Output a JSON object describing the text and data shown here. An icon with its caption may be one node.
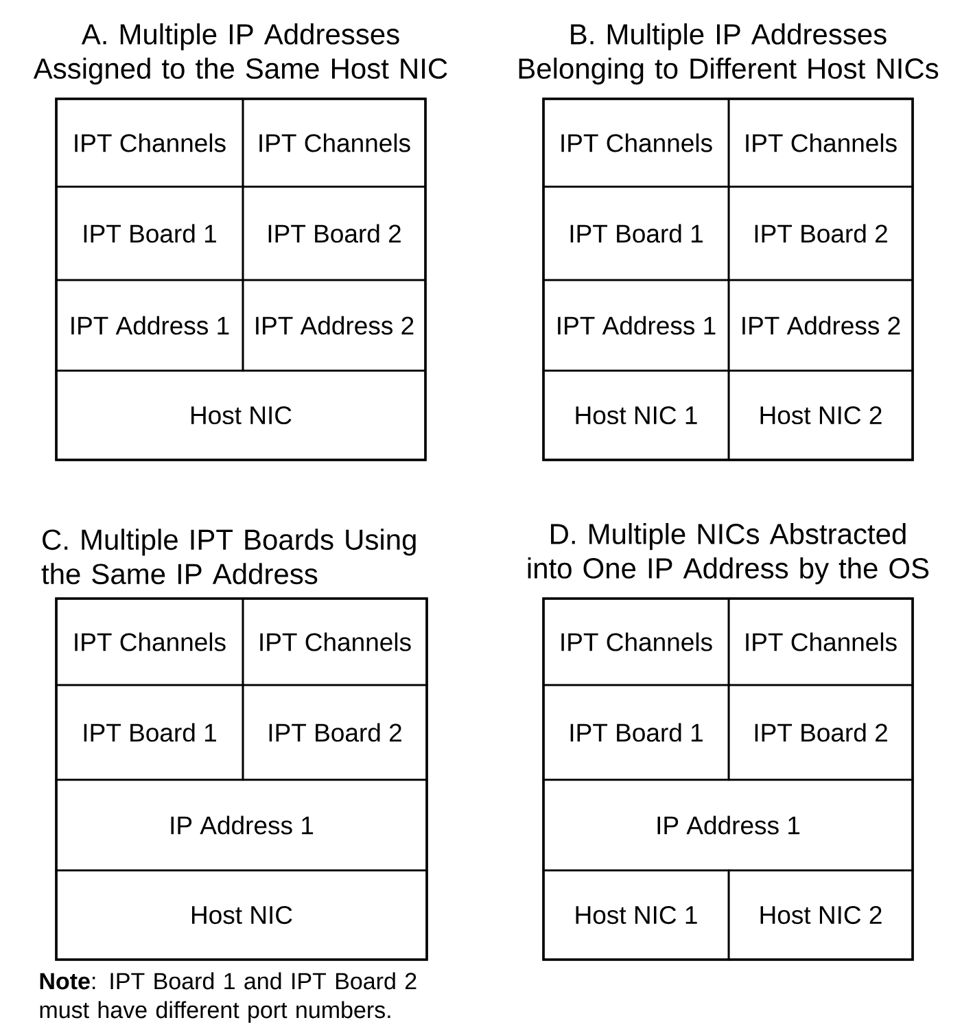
{
  "diagram": {
    "nodes": [
      {
        "text": [
          "A. Multiple IP Addresses Assigned to the Same Host NIC"
        ]
      },
      {
        "text": [
          "IPT Channels"
        ],
        "in": 0
      },
      {
        "text": [
          "IPT Channels"
        ],
        "in": 0
      },
      {
        "text": [
          "IPT Board 1"
        ],
        "in": 0
      },
      {
        "text": [
          "IPT Board 2"
        ],
        "in": 0
      },
      {
        "text": [
          "IPT Address 1"
        ],
        "in": 0
      },
      {
        "text": [
          "IPT Address 2"
        ],
        "in": 0
      },
      {
        "text": [
          "Host NIC"
        ],
        "in": 0
      },
      {
        "text": [
          "B. Multiple IP Addresses Belonging to Different Host NICs"
        ]
      },
      {
        "text": [
          "IPT Channels"
        ],
        "in": 8
      },
      {
        "text": [
          "IPT Channels"
        ],
        "in": 8
      },
      {
        "text": [
          "IPT Board 1"
        ],
        "in": 8
      },
      {
        "text": [
          "IPT Board 2"
        ],
        "in": 8
      },
      {
        "text": [
          "IPT Address 1"
        ],
        "in": 8
      },
      {
        "text": [
          "IPT Address 2"
        ],
        "in": 8
      },
      {
        "text": [
          "Host NIC 1"
        ],
        "in": 8
      },
      {
        "text": [
          "Host NIC 2"
        ],
        "in": 8
      },
      {
        "text": [
          "C. Multiple IPT Boards Using the Same IP Address"
        ]
      },
      {
        "text": [
          "IPT Channels"
        ],
        "in": 17
      },
      {
        "text": [
          "IPT Channels"
        ],
        "in": 17
      },
      {
        "text": [
          "IPT Board 1"
        ],
        "in": 17
      },
      {
        "text": [
          "IPT Board 2"
        ],
        "in": 17
      },
      {
        "text": [
          "IP Address 1"
        ],
        "in": 17
      },
      {
        "text": [
          "Host NIC"
        ],
        "in": 17
      },
      {
        "text": [
          "D. Multiple NICs Abstracted into One IP Address by the OS"
        ]
      },
      {
        "text": [
          "IPT Channels"
        ],
        "in": 24
      },
      {
        "text": [
          "IPT Channels"
        ],
        "in": 24
      },
      {
        "text": [
          "IPT Board 1"
        ],
        "in": 24
      },
      {
        "text": [
          "IPT Board 2"
        ],
        "in": 24
      },
      {
        "text": [
          "IP Address 1"
        ],
        "in": 24
      },
      {
        "text": [
          "Host NIC 1"
        ],
        "in": 24
      },
      {
        "text": [
          "Host NIC 2"
        ],
        "in": 24
      }
    ],
    "labels": [
      "**Note**: IPT Board 1 and IPT Board 2 must have different port numbers."
    ]
  }
}
